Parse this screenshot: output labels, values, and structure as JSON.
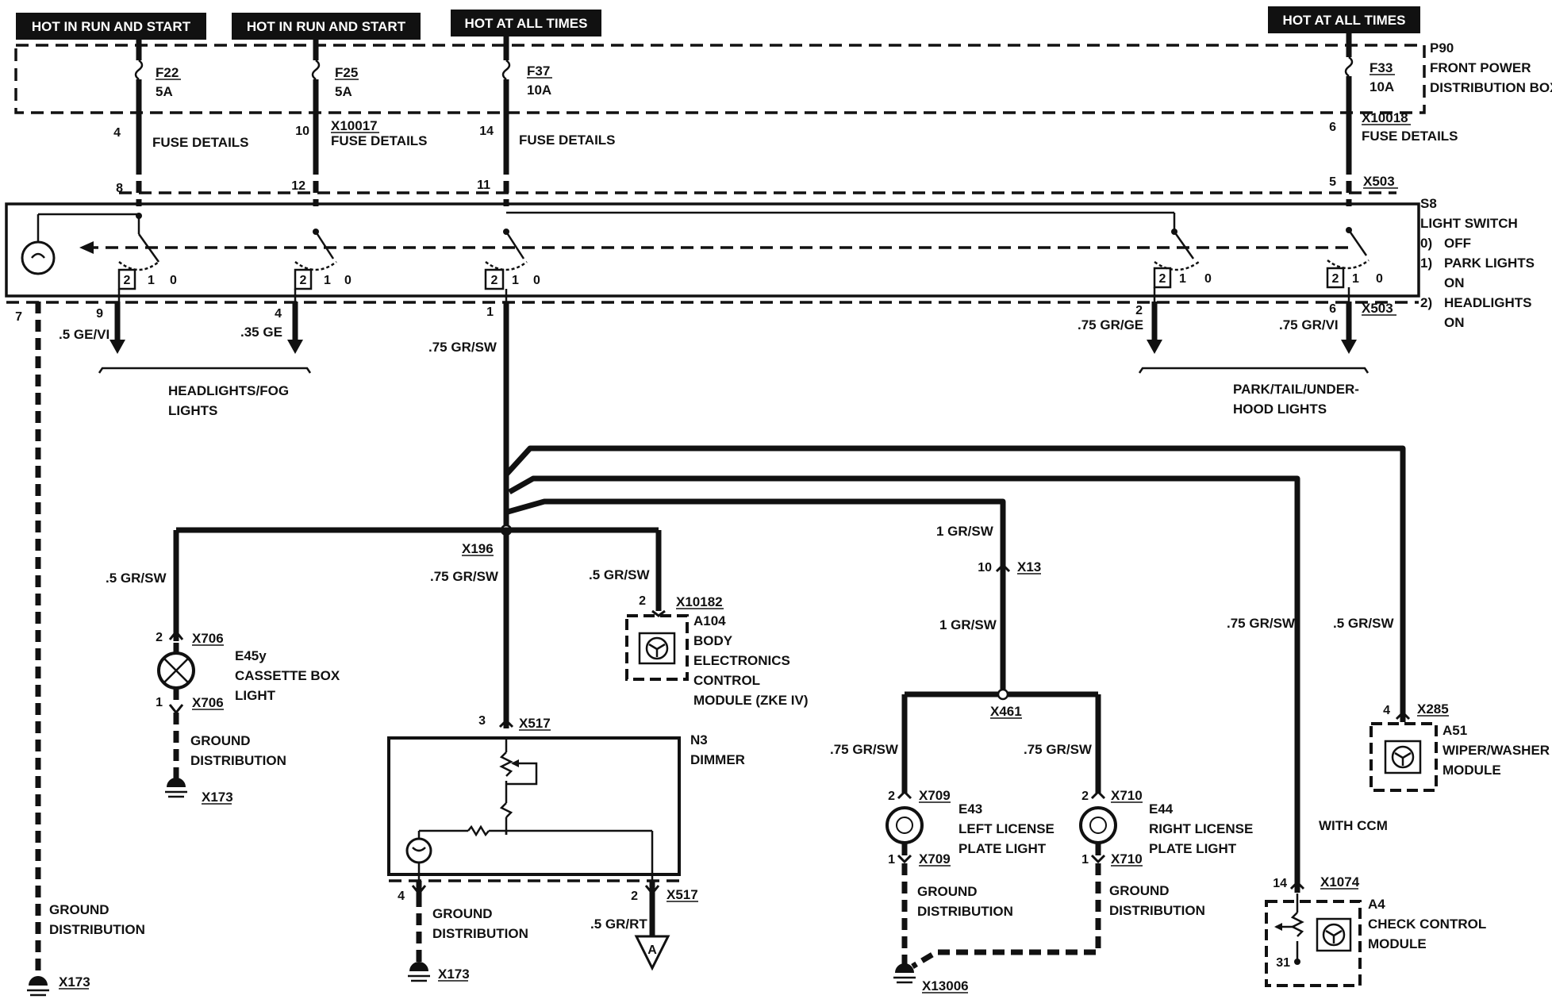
{
  "headers": {
    "h1": "HOT IN RUN AND START",
    "h2": "HOT IN RUN AND START",
    "h3": "HOT AT ALL TIMES",
    "h4": "HOT AT ALL TIMES"
  },
  "power_box": {
    "id": "P90",
    "line1": "FRONT POWER",
    "line2": "DISTRIBUTION BOX"
  },
  "fuses": {
    "f1": {
      "name": "F22",
      "rating": "5A"
    },
    "f2": {
      "name": "F25",
      "rating": "5A"
    },
    "f3": {
      "name": "F37",
      "rating": "10A"
    },
    "f4": {
      "name": "F33",
      "rating": "10A"
    }
  },
  "fuse_details": "FUSE DETAILS",
  "connectors": {
    "x10017": "X10017",
    "x10018": "X10018",
    "x503": "X503",
    "x196": "X196",
    "x10182": "X10182",
    "x706": "X706",
    "x517": "X517",
    "x13": "X13",
    "x461": "X461",
    "x709": "X709",
    "x710": "X710",
    "x285": "X285",
    "x1074": "X1074",
    "x173": "X173",
    "x13006": "X13006"
  },
  "pins": {
    "p4": "4",
    "p10": "10",
    "p14": "14",
    "p6": "6",
    "p8": "8",
    "p12": "12",
    "p11": "11",
    "p5": "5",
    "p7": "7",
    "p9": "9",
    "p1": "1",
    "p2": "2",
    "p3": "3",
    "p31": "31",
    "pos0": "0",
    "pos1": "1",
    "pos2": "2"
  },
  "light_switch": {
    "id": "S8",
    "name": "LIGHT SWITCH",
    "p0": "0)",
    "off": "OFF",
    "p1": "1)",
    "park1": "PARK LIGHTS",
    "park2": "ON",
    "p2": "2)",
    "head1": "HEADLIGHTS",
    "head2": "ON"
  },
  "wires": {
    "w1": ".5 GE/VI",
    "w2": ".35 GE",
    "w3": ".75 GR/SW",
    "w4": ".75 GR/GE",
    "w5": ".75 GR/VI",
    "w6": ".5 GR/SW",
    "w7": "1 GR/SW",
    "w8": ".5 GR/RT"
  },
  "groups": {
    "headlights1": "HEADLIGHTS/FOG",
    "headlights2": "LIGHTS",
    "park1": "PARK/TAIL/UNDER-",
    "park2": "HOOD LIGHTS"
  },
  "components": {
    "e45y": {
      "id": "E45y",
      "l1": "CASSETTE BOX",
      "l2": "LIGHT"
    },
    "a104": {
      "id": "A104",
      "l1": "BODY",
      "l2": "ELECTRONICS",
      "l3": "CONTROL",
      "l4": "MODULE (ZKE IV)"
    },
    "n3": {
      "id": "N3",
      "l1": "DIMMER"
    },
    "e43": {
      "id": "E43",
      "l1": "LEFT LICENSE",
      "l2": "PLATE LIGHT"
    },
    "e44": {
      "id": "E44",
      "l1": "RIGHT LICENSE",
      "l2": "PLATE LIGHT"
    },
    "a51": {
      "id": "A51",
      "l1": "WIPER/WASHER",
      "l2": "MODULE"
    },
    "a4": {
      "id": "A4",
      "l1": "CHECK CONTROL",
      "l2": "MODULE"
    }
  },
  "ground": {
    "l1": "GROUND",
    "l2": "DISTRIBUTION"
  },
  "with_ccm": "WITH CCM",
  "offpage": "A"
}
